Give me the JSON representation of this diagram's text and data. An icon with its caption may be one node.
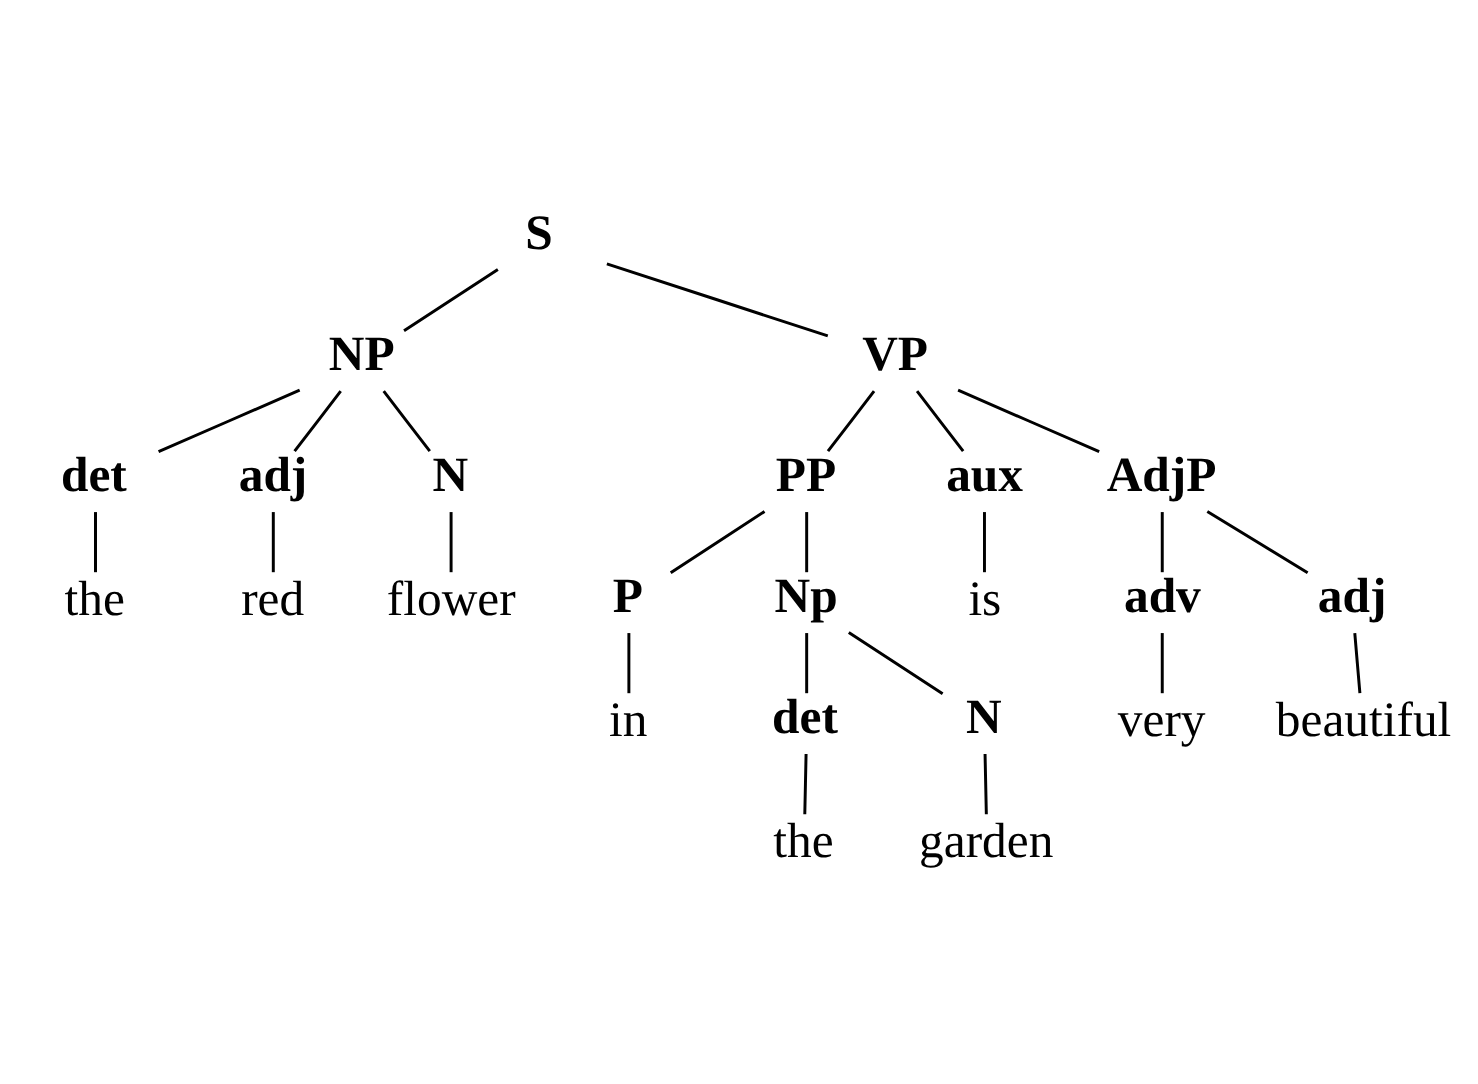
{
  "diagram": {
    "nodes": [
      {
        "text": [
          "S"
        ]
      },
      {
        "text": [
          "NP"
        ]
      },
      {
        "text": [
          "VP"
        ]
      },
      {
        "text": [
          "det"
        ]
      },
      {
        "text": [
          "adj"
        ]
      },
      {
        "text": [
          "N"
        ]
      },
      {
        "text": [
          "PP"
        ]
      },
      {
        "text": [
          "aux"
        ]
      },
      {
        "text": [
          "AdjP"
        ]
      },
      {
        "text": [
          "the"
        ]
      },
      {
        "text": [
          "red"
        ]
      },
      {
        "text": [
          "flower"
        ]
      },
      {
        "text": [
          "P"
        ]
      },
      {
        "text": [
          "Np"
        ]
      },
      {
        "text": [
          "is"
        ]
      },
      {
        "text": [
          "adv"
        ]
      },
      {
        "text": [
          "adj"
        ]
      },
      {
        "text": [
          "in"
        ]
      },
      {
        "text": [
          "det"
        ]
      },
      {
        "text": [
          "N"
        ]
      },
      {
        "text": [
          "very"
        ]
      },
      {
        "text": [
          "beautiful"
        ]
      },
      {
        "text": [
          "the"
        ]
      },
      {
        "text": [
          "garden"
        ]
      }
    ],
    "edges": [
      {
        "from": 0,
        "to": 1,
        "arrow": "none"
      },
      {
        "from": 0,
        "to": 2,
        "arrow": "none"
      },
      {
        "from": 1,
        "to": 3,
        "arrow": "none"
      },
      {
        "from": 1,
        "to": 4,
        "arrow": "none"
      },
      {
        "from": 1,
        "to": 5,
        "arrow": "none"
      },
      {
        "from": 2,
        "to": 6,
        "arrow": "none"
      },
      {
        "from": 2,
        "to": 7,
        "arrow": "none"
      },
      {
        "from": 2,
        "to": 8,
        "arrow": "none"
      },
      {
        "from": 3,
        "to": 9,
        "arrow": "none"
      },
      {
        "from": 4,
        "to": 10,
        "arrow": "none"
      },
      {
        "from": 5,
        "to": 11,
        "arrow": "none"
      },
      {
        "from": 6,
        "to": 12,
        "arrow": "none"
      },
      {
        "from": 6,
        "to": 13,
        "arrow": "none"
      },
      {
        "from": 7,
        "to": 14,
        "arrow": "none"
      },
      {
        "from": 8,
        "to": 15,
        "arrow": "none"
      },
      {
        "from": 8,
        "to": 16,
        "arrow": "none"
      },
      {
        "from": 12,
        "to": 17,
        "arrow": "none"
      },
      {
        "from": 13,
        "to": 18,
        "arrow": "none"
      },
      {
        "from": 13,
        "to": 19,
        "arrow": "none"
      },
      {
        "from": 15,
        "to": 20,
        "arrow": "none"
      },
      {
        "from": 16,
        "to": 21,
        "arrow": "none"
      },
      {
        "from": 18,
        "to": 22,
        "arrow": "none"
      },
      {
        "from": 19,
        "to": 23,
        "arrow": "none"
      }
    ]
  }
}
